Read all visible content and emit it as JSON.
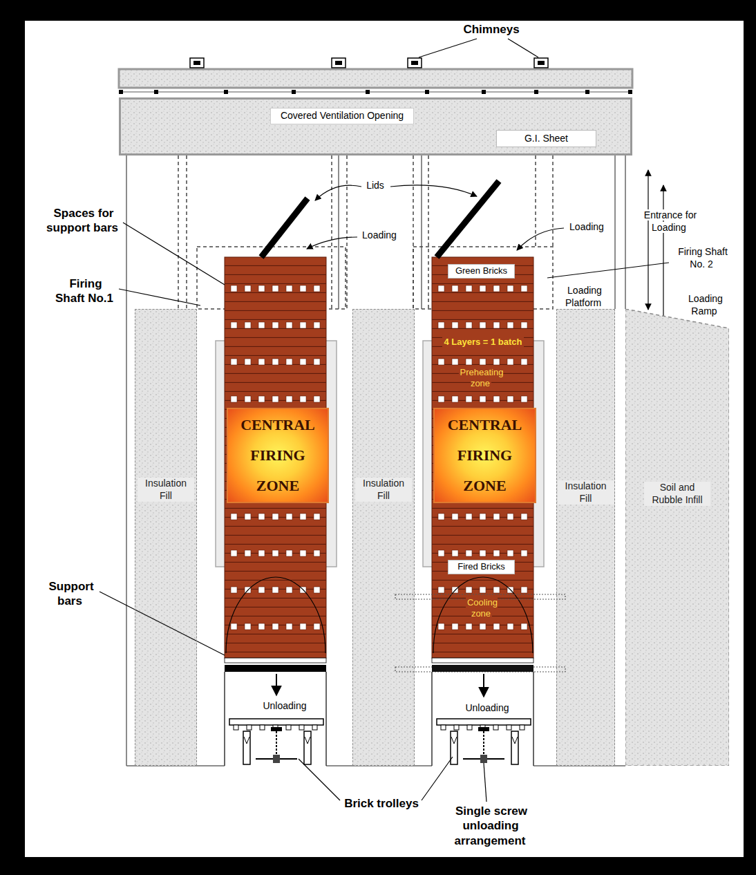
{
  "diagram": {
    "nodes": [
      {
        "text": [
          "Covered Ventilation Opening"
        ]
      },
      {
        "text": [
          "G.I. Sheet"
        ],
        "in": 0
      },
      {
        "text": [
          "Green Bricks"
        ]
      },
      {
        "text": [
          "Insulation Fill"
        ]
      },
      {
        "text": [
          "CENTRAL FIRING ZONE"
        ]
      },
      {
        "text": [
          "Insulation Fill"
        ]
      },
      {
        "text": [
          "CENTRAL FIRING ZONE"
        ]
      },
      {
        "text": [
          "Insulation Fill"
        ]
      },
      {
        "text": [
          "Soil and Rubble Infill"
        ]
      },
      {
        "text": [
          "Fired Bricks"
        ]
      }
    ],
    "labels": [
      "Chimneys",
      "Lids",
      "Spaces for support bars",
      "Loading",
      "Loading",
      "Entrance for Loading",
      "Firing Shaft No. 2",
      "Firing Shaft No.1",
      "Loading Platform",
      "Loading Ramp",
      "4 Layers = 1 batch",
      "Preheating zone",
      "Cooling zone",
      "Support bars",
      "Unloading",
      "Unloading",
      "Brick trolleys",
      "Single screw unloading arrangement"
    ]
  }
}
